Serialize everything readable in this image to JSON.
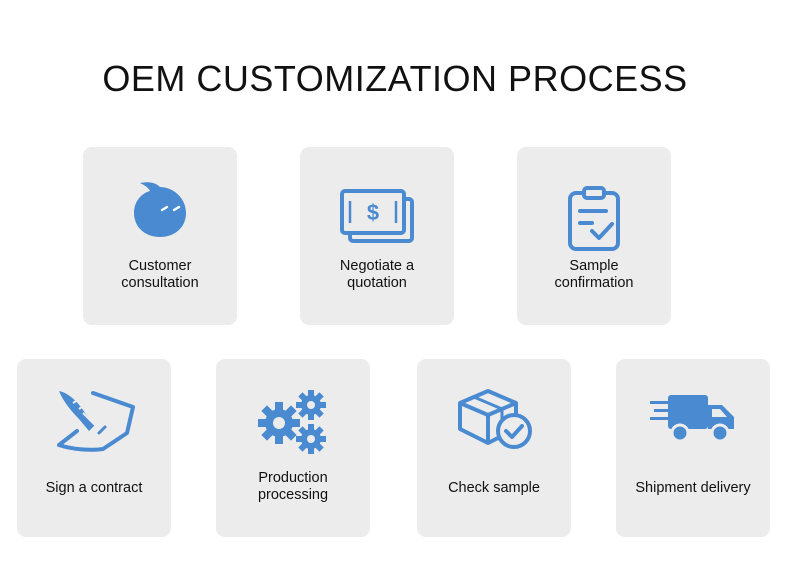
{
  "title": "OEM CUSTOMIZATION PROCESS",
  "accent_color": "#4a8ad0",
  "card_color": "#ececec",
  "steps": [
    {
      "label": "Customer\nconsultation",
      "icon": "chat-bubble-icon"
    },
    {
      "label": "Negotiate a\nquotation",
      "icon": "dollar-bill-icon"
    },
    {
      "label": "Sample\nconfirmation",
      "icon": "clipboard-check-icon"
    },
    {
      "label": "Sign a contract",
      "icon": "quill-signature-icon"
    },
    {
      "label": "Production\nprocessing",
      "icon": "gears-icon"
    },
    {
      "label": "Check sample",
      "icon": "box-check-icon"
    },
    {
      "label": "Shipment delivery",
      "icon": "delivery-truck-icon"
    }
  ]
}
